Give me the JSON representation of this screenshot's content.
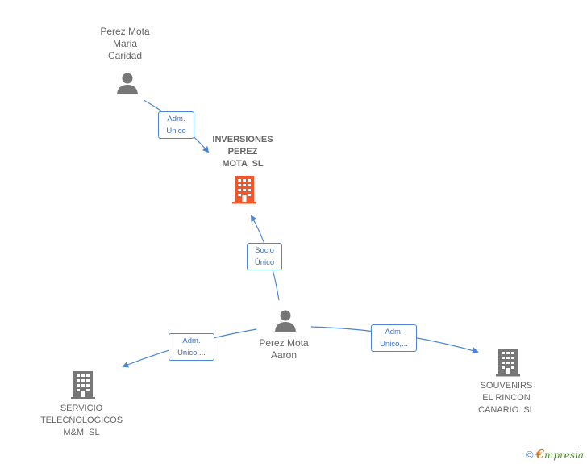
{
  "colors": {
    "edge": "#4a86d8",
    "person_icon": "#777777",
    "company_icon": "#777777",
    "main_company_icon": "#f0562a",
    "text": "#666666"
  },
  "nodes": {
    "maria": {
      "name_lines": [
        "Perez Mota",
        "Maria",
        "Caridad"
      ],
      "icon": "person-icon"
    },
    "aaron": {
      "name_lines": [
        "Perez Mota",
        "Aaron"
      ],
      "icon": "person-icon"
    },
    "inversiones": {
      "name_lines": [
        "INVERSIONES",
        "PEREZ",
        "MOTA  SL"
      ],
      "icon": "building-icon"
    },
    "servicio": {
      "name_lines": [
        "SERVICIO",
        "TELECNOLOGICOS",
        "M&M  SL"
      ],
      "icon": "building-icon"
    },
    "souvenirs": {
      "name_lines": [
        "SOUVENIRS",
        "EL RINCON",
        "CANARIO  SL"
      ],
      "icon": "building-icon"
    }
  },
  "edges": {
    "maria_inversiones": {
      "label_lines": [
        "Adm.",
        "Unico"
      ]
    },
    "aaron_inversiones": {
      "label_lines": [
        "Socio",
        "Único"
      ]
    },
    "aaron_servicio": {
      "label_lines": [
        "Adm.",
        "Unico,..."
      ]
    },
    "aaron_souvenirs": {
      "label_lines": [
        "Adm.",
        "Unico,..."
      ]
    }
  },
  "footer": {
    "copyright_symbol": "©",
    "brand_first": "€",
    "brand_rest": "mpresia"
  }
}
